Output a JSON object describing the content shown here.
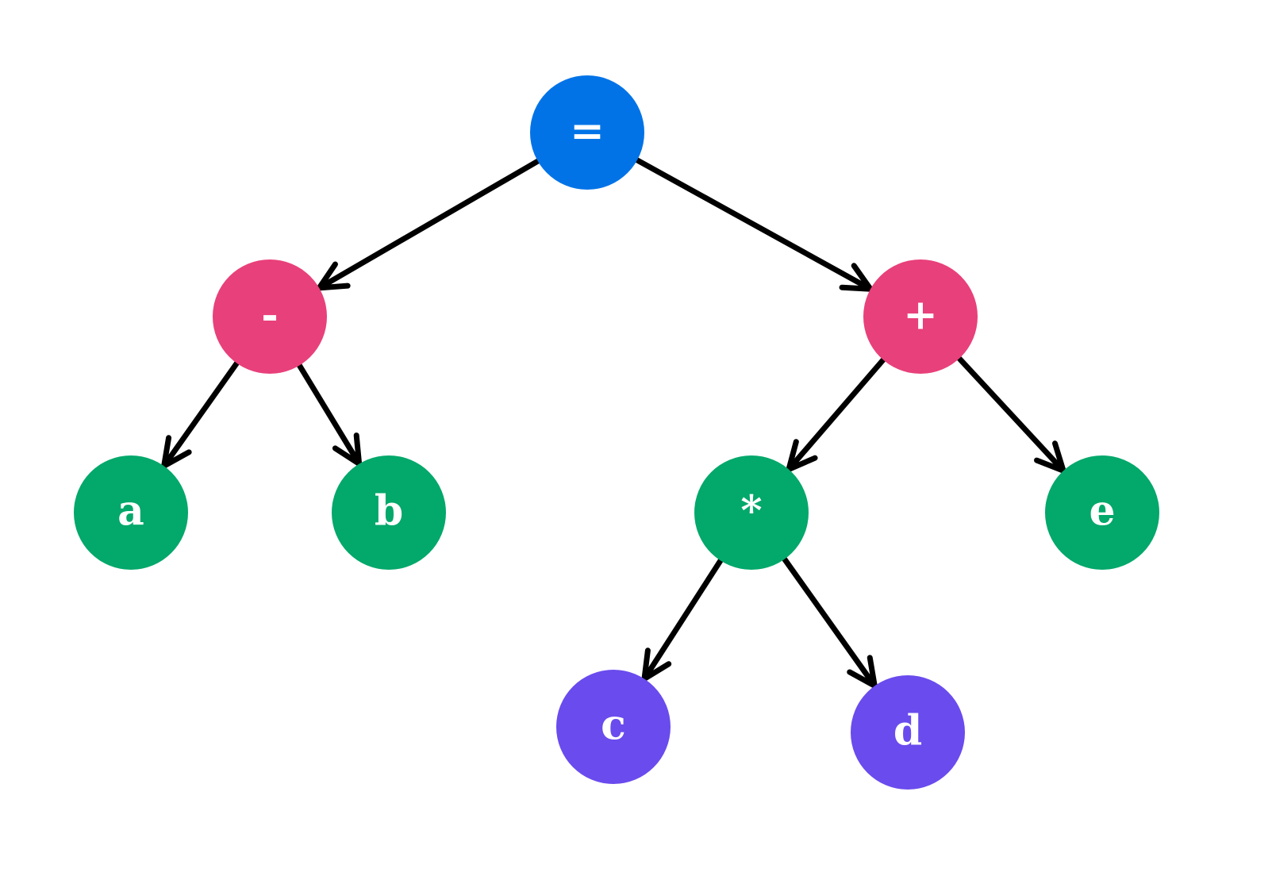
{
  "colors": {
    "root": "#0173e7",
    "operator": "#e8407a",
    "operand": "#03a86b",
    "leaf": "#6a4bed",
    "edge": "#000000",
    "label": "#ffffff"
  },
  "nodes": [
    {
      "id": "eq",
      "label": "=",
      "role": "root"
    },
    {
      "id": "minus",
      "label": "-",
      "role": "operator"
    },
    {
      "id": "plus",
      "label": "+",
      "role": "operator"
    },
    {
      "id": "a",
      "label": "a",
      "role": "operand"
    },
    {
      "id": "b",
      "label": "b",
      "role": "operand"
    },
    {
      "id": "times",
      "label": "*",
      "role": "operand"
    },
    {
      "id": "e",
      "label": "e",
      "role": "operand"
    },
    {
      "id": "c",
      "label": "c",
      "role": "leaf"
    },
    {
      "id": "d",
      "label": "d",
      "role": "leaf"
    }
  ],
  "edges": [
    {
      "from": "eq",
      "to": "minus"
    },
    {
      "from": "eq",
      "to": "plus"
    },
    {
      "from": "minus",
      "to": "a"
    },
    {
      "from": "minus",
      "to": "b"
    },
    {
      "from": "plus",
      "to": "times"
    },
    {
      "from": "plus",
      "to": "e"
    },
    {
      "from": "times",
      "to": "c"
    },
    {
      "from": "times",
      "to": "d"
    }
  ]
}
